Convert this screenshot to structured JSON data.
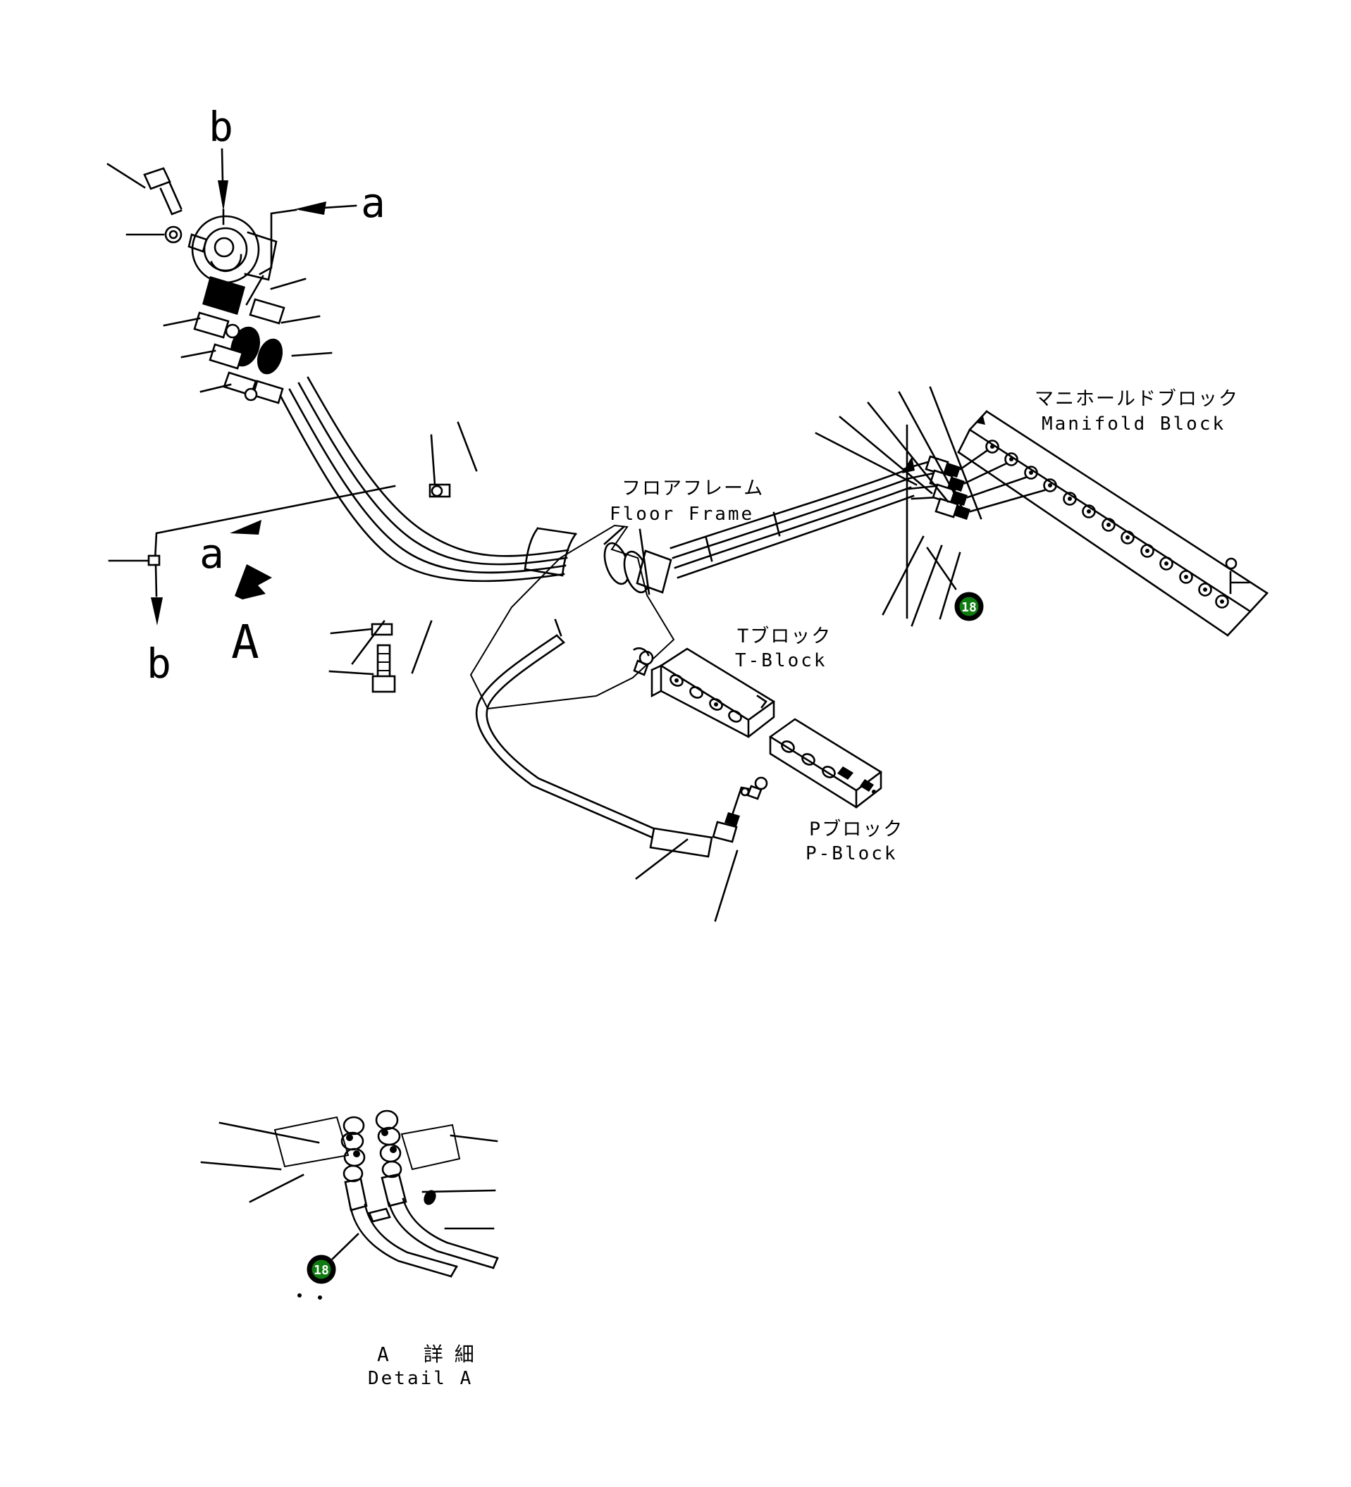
{
  "page": {
    "background": "#ffffff",
    "line_color": "#000000"
  },
  "labels": {
    "manifold_block_jp": "マニホールドブロック",
    "manifold_block_en": "Manifold Block",
    "floor_frame_jp": "フロアフレーム",
    "floor_frame_en": "Floor Frame",
    "t_block_jp": "Tブロック",
    "t_block_en": "T-Block",
    "p_block_jp": "Pブロック",
    "p_block_en": "P-Block",
    "detail_a_jp": "A 詳細",
    "detail_a_en": "Detail A"
  },
  "view_markers": {
    "top_b": "b",
    "top_a": "a",
    "mid_a": "a",
    "mid_b": "b",
    "detail_arrow_label": "A"
  },
  "callouts": {
    "badge_color": "#0e7c10",
    "ring_color": "#000000",
    "text_color": "#ffffff",
    "items": [
      {
        "number": "18"
      },
      {
        "number": "18"
      }
    ]
  }
}
